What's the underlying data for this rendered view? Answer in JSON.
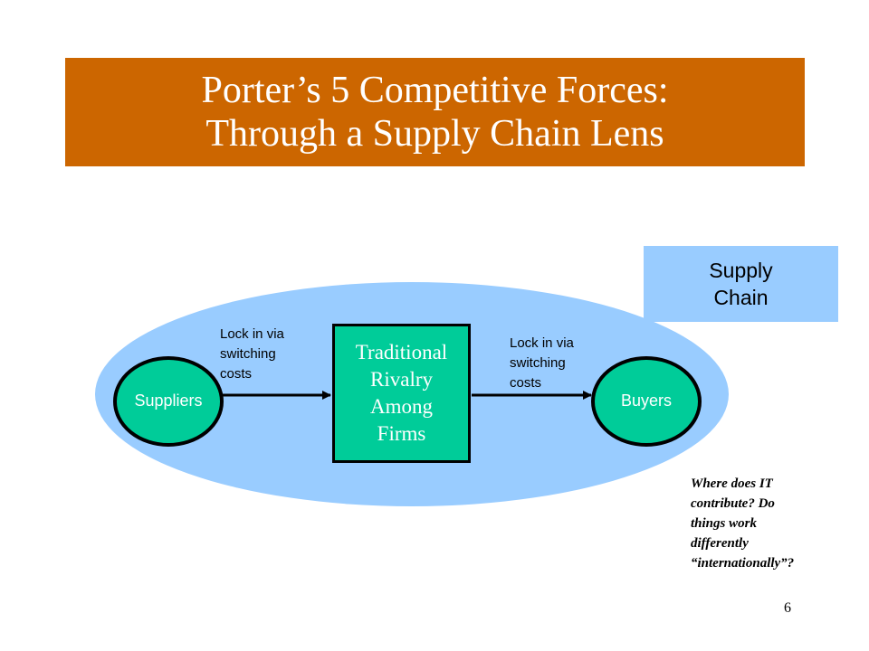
{
  "title": {
    "line1": "Porter’s 5 Competitive Forces:",
    "line2": "Through a Supply Chain Lens"
  },
  "supply_chain_box": {
    "line1": "Supply",
    "line2": "Chain"
  },
  "firms": {
    "lines": [
      "Traditional",
      "Rivalry",
      "Among",
      "Firms"
    ]
  },
  "nodes": {
    "suppliers": "Suppliers",
    "buyers": "Buyers"
  },
  "lock_in_left": [
    "Lock in via",
    "switching",
    "costs"
  ],
  "lock_in_right": [
    "Lock in via",
    "switching",
    "costs"
  ],
  "question": [
    "Where does IT",
    "contribute?  Do",
    "things work",
    "differently",
    "“internationally”?"
  ],
  "page_number": "6",
  "colors": {
    "title_bg": "#cc6600",
    "ellipse": "#99ccff",
    "node_fill": "#00cc99",
    "supply_chain_bg": "#99ccff"
  }
}
